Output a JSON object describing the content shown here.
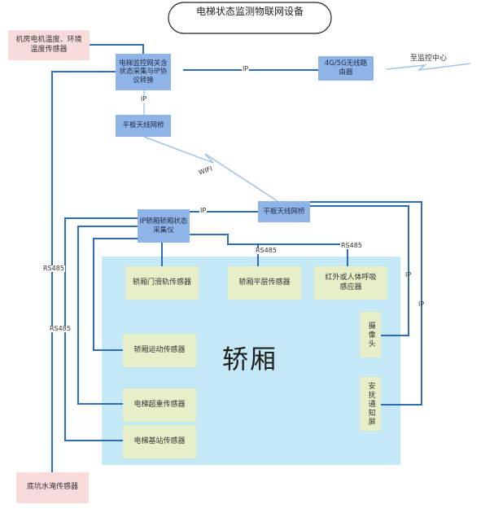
{
  "title": "电梯状态监测物联网设备",
  "nodes": {
    "machine_room_sensor": "机房电机温度、环境温度传感器",
    "gateway": "电梯监控网关含状态采集与IP协议转换",
    "router": "4G/5G无线路由器",
    "monitor_center": "至监控中心",
    "bridge_top": "平板天线网桥",
    "bridge_car": "平板天线网桥",
    "car_collector": "IP轿厢轿厢状态采集仪",
    "car_label": "轿厢",
    "door_sensor": "轿厢门滑轨传感器",
    "level_sensor": "轿厢平层传感器",
    "ir_sensor": "红外或人体呼吸感应器",
    "camera": "摄像头",
    "comfort_screen": "安抚通知屏",
    "motion_sensor": "轿厢运动传感器",
    "overload_sensor": "电梯超重传感器",
    "base_station_sensor": "电梯基站传感器",
    "pit_sensor": "底坑水淹传感器"
  },
  "link_labels": {
    "ip_gateway_router": "IP",
    "ip_gateway_bridge": "IP",
    "wifi": "WIFI",
    "ip_collector_bridge": "IP",
    "rs485_level": "RS485",
    "rs485_ir": "RS485",
    "ip_camera": "IP",
    "ip_screen": "IP",
    "rs485_left_outer": "RS485",
    "rs485_left_inner": "RS485"
  },
  "colors": {
    "link": "#2e6db5",
    "wireless": "#9fc3ea",
    "car_area": "#c5e8f6",
    "sensor_fill": "#e6efc8",
    "device_fill": "#8fb4e8",
    "external_fill": "#f8dcdc"
  }
}
